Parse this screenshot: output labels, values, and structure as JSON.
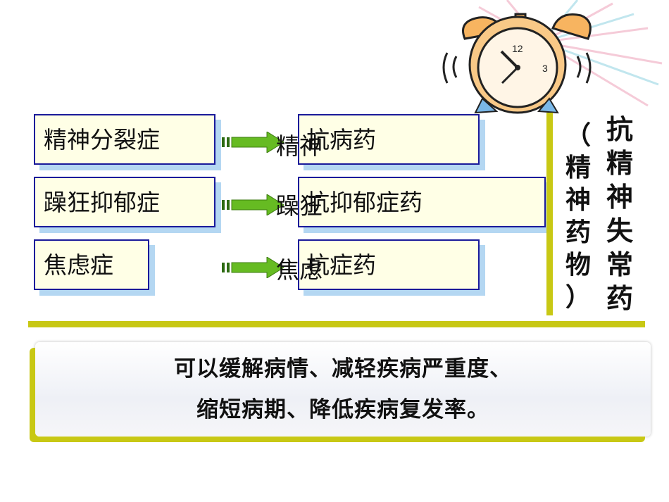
{
  "left_items": [
    "精神分裂症",
    "躁狂抑郁症",
    "焦虑症"
  ],
  "right_items": [
    {
      "under": "精神",
      "text": "抗",
      "tail": "病药"
    },
    {
      "under": "躁狂",
      "text": "抗",
      "tail": "抑郁症药"
    },
    {
      "under": "焦虑",
      "text": "抗",
      "tail": "症药"
    }
  ],
  "vertical_title": [
    "抗",
    "精",
    "神",
    "失",
    "常",
    "药"
  ],
  "vertical_subtitle": [
    "（",
    "精",
    "神",
    "药",
    "物",
    "）"
  ],
  "banner": {
    "line1": "可以缓解病情、减轻疾病严重度、",
    "line2": "缩短病期、降低疾病复发率。"
  },
  "clock": {
    "numbers": [
      "12",
      "3"
    ]
  },
  "colors": {
    "accent_bar": "#c8c814",
    "arrow_green": "#66bb22",
    "box_border": "#1a1a9a",
    "box_fill": "#ffffe6",
    "box_shadow": "#b4d7f2"
  }
}
